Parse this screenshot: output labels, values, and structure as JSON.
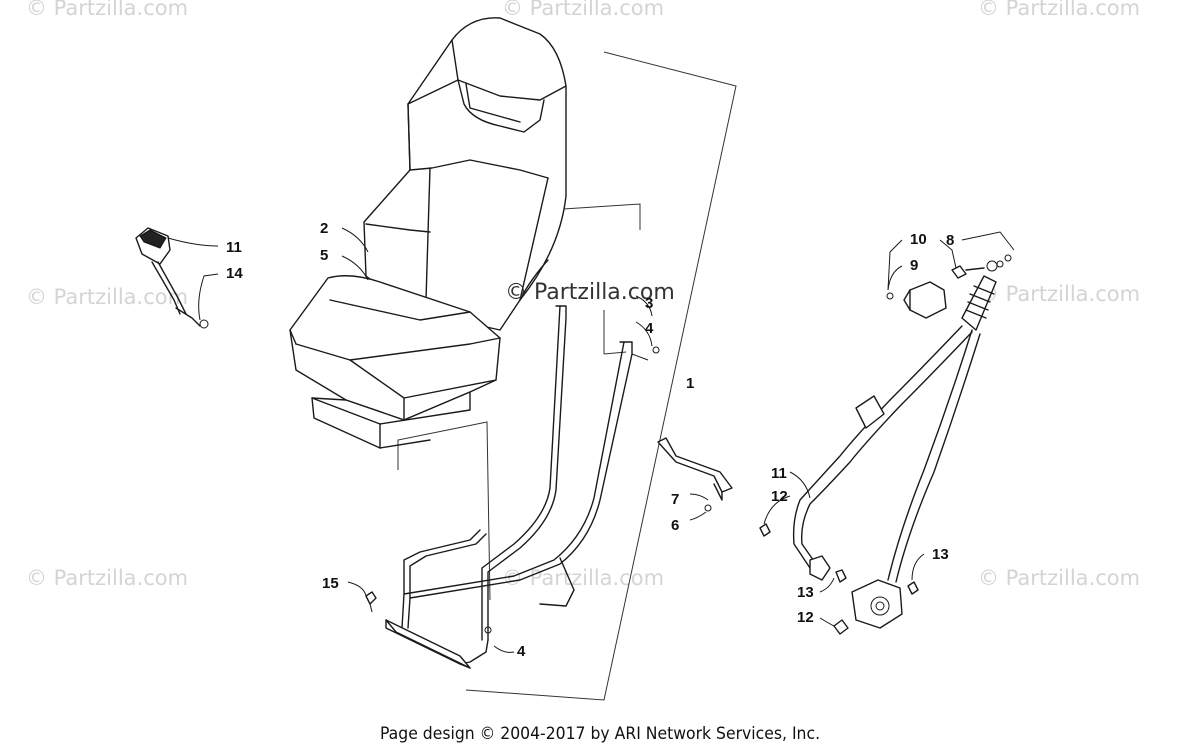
{
  "watermarks": {
    "top_left": "© Partzilla.com",
    "top_center": "© Partzilla.com",
    "top_right": "© Partzilla.com",
    "mid_left": "© Partzilla.com",
    "mid_right": "© Partzilla.com",
    "bottom_left": "© Partzilla.com",
    "bottom_center": "© Partzilla.com",
    "bottom_right": "© Partzilla.com"
  },
  "brand_mark": "© Partzilla.com",
  "callouts": {
    "c1": "1",
    "c2": "2",
    "c3": "3",
    "c4_top": "4",
    "c4_bottom": "4",
    "c5": "5",
    "c6": "6",
    "c7": "7",
    "c8": "8",
    "c9": "9",
    "c10": "10",
    "c11_left": "11",
    "c11_right": "11",
    "c12_upper": "12",
    "c12_lower": "12",
    "c13_right": "13",
    "c13_mid": "13",
    "c14": "14",
    "c15": "15"
  },
  "footer": "Page design © 2004-2017 by ARI Network Services, Inc.",
  "colors": {
    "line": "#1a1a1a",
    "watermark": "#d4d4d4",
    "background": "#ffffff"
  }
}
